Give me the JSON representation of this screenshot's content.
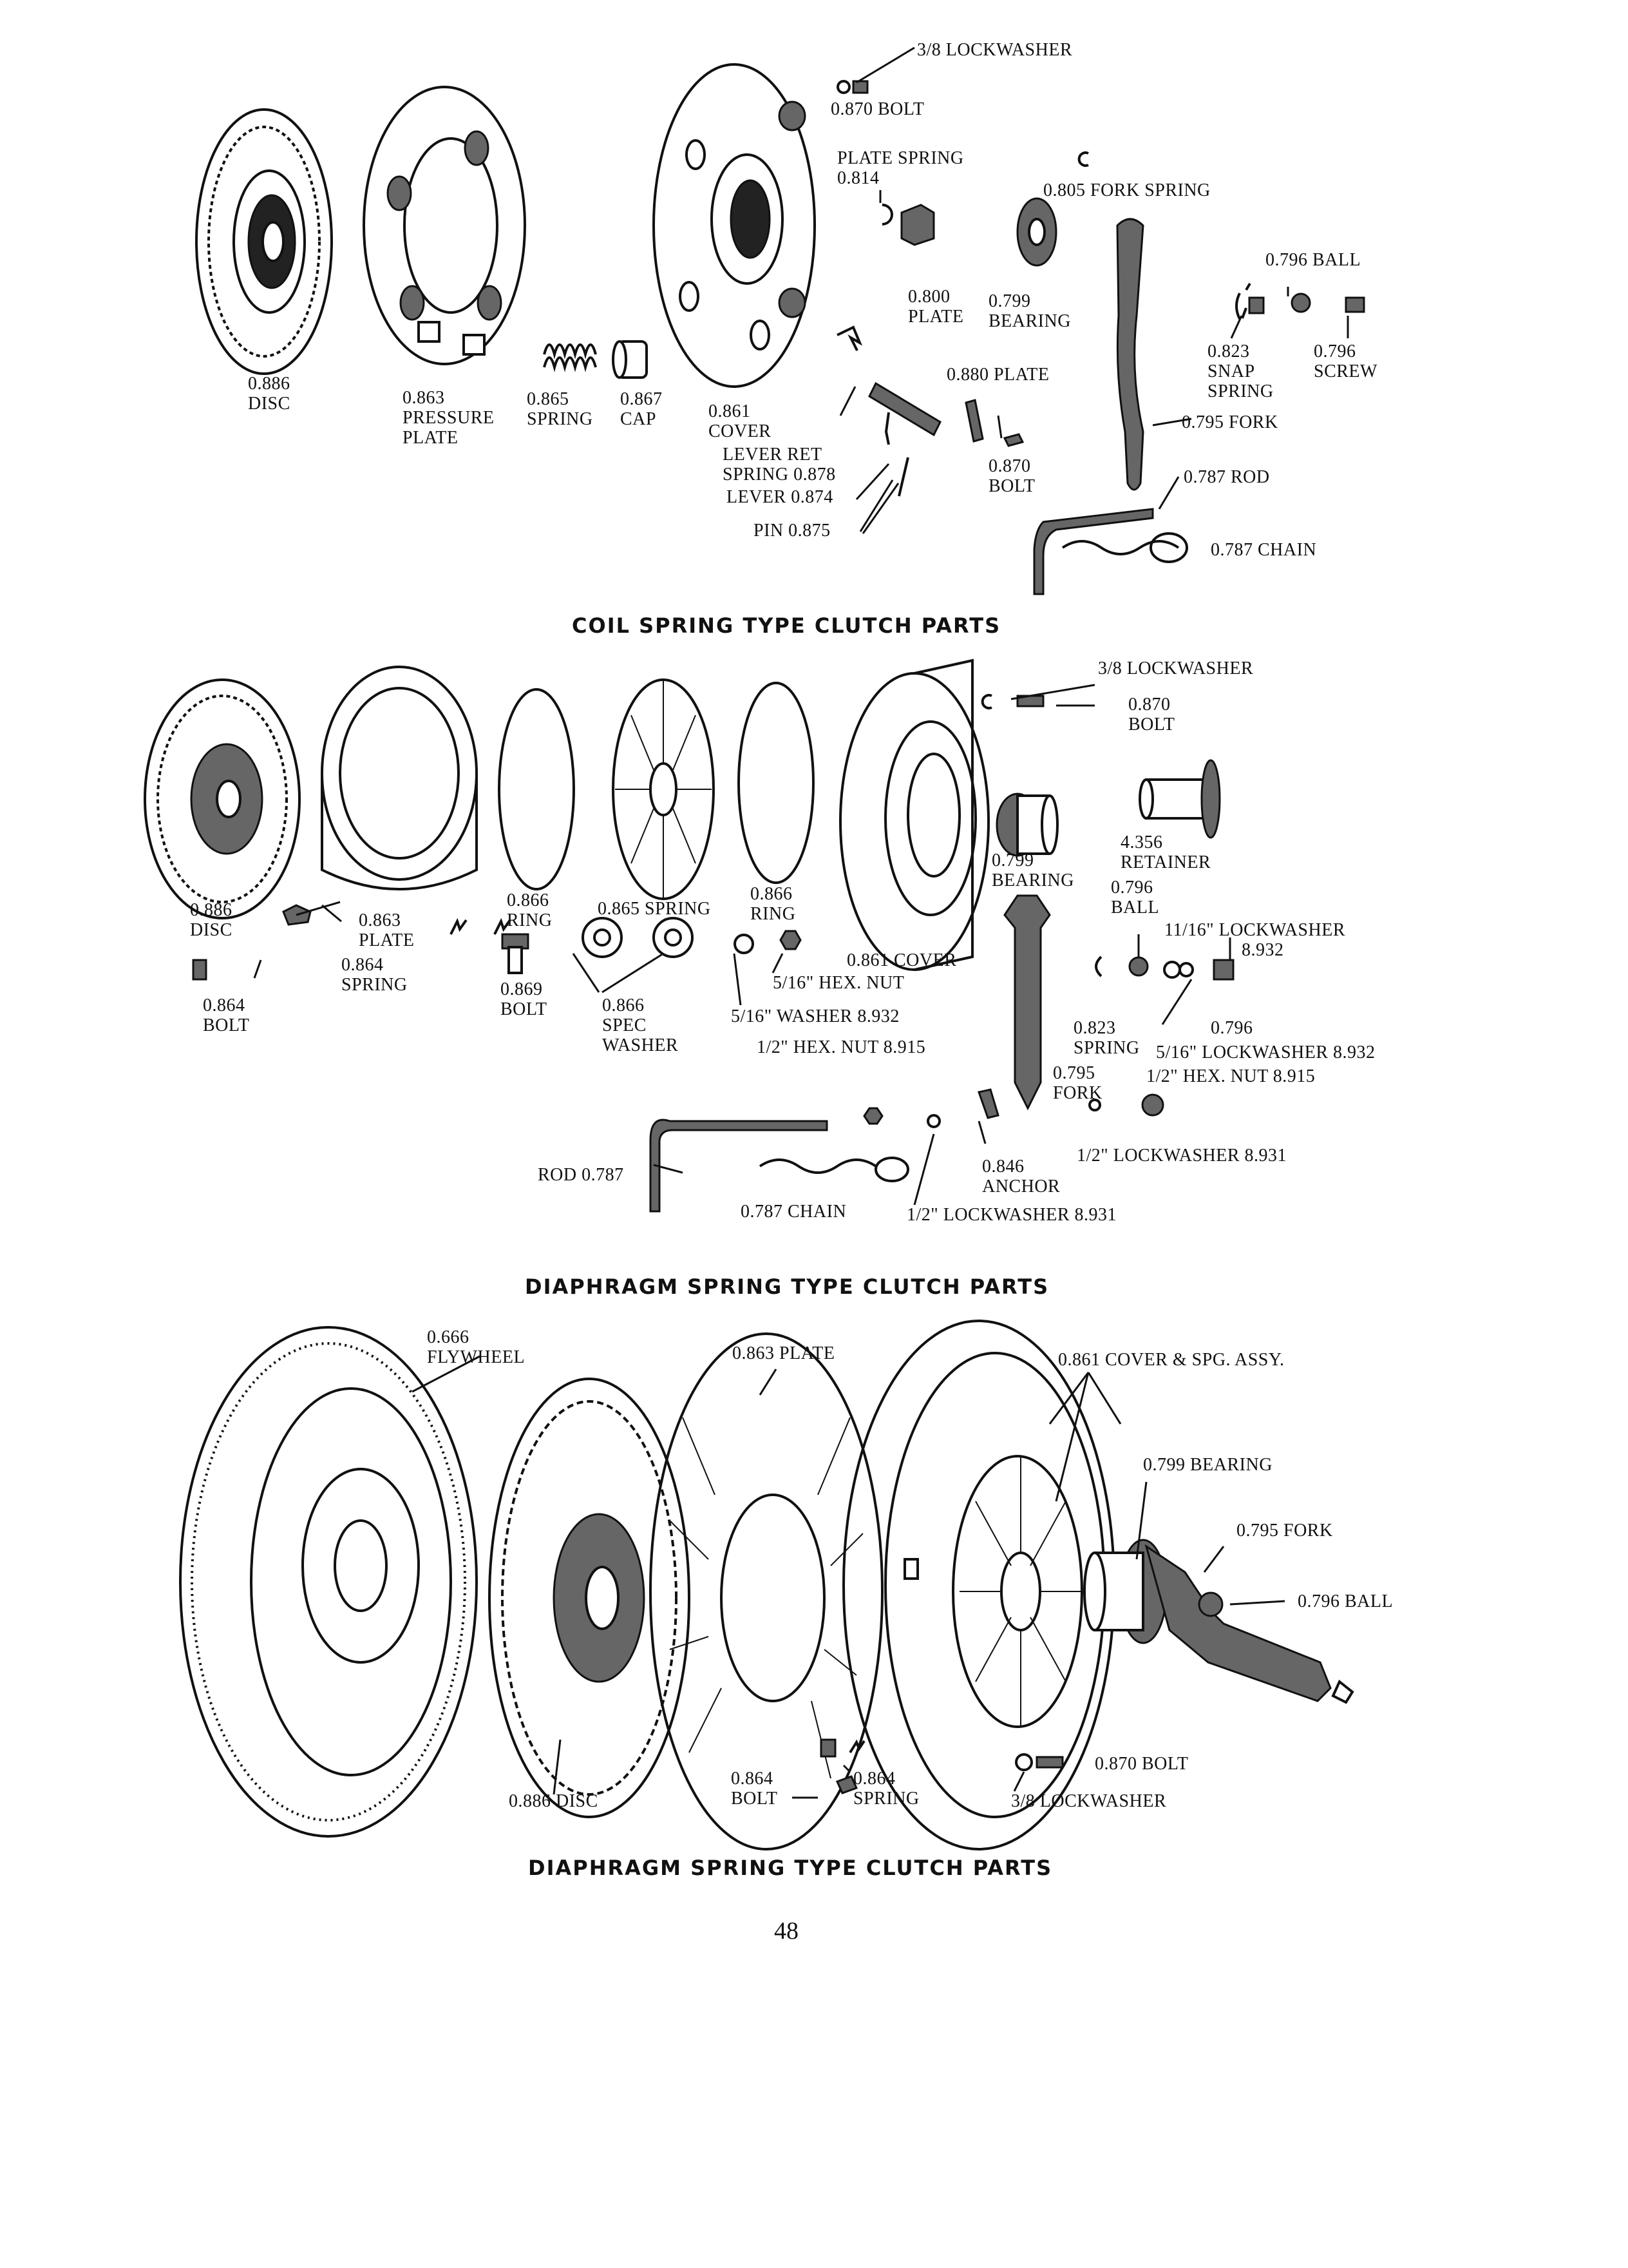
{
  "sections": [
    {
      "title": "COIL SPRING TYPE CLUTCH PARTS",
      "labels": [
        [
          "3/8 LOCKWASHER"
        ],
        [
          "0.870 BOLT"
        ],
        [
          "PLATE SPRING",
          "0.814"
        ],
        [
          "0.805 FORK SPRING"
        ],
        [
          "0.796 BALL"
        ],
        [
          "0.800",
          "PLATE"
        ],
        [
          "0.799",
          "BEARING"
        ],
        [
          "0.823",
          "SNAP",
          "SPRING"
        ],
        [
          "0.796",
          "SCREW"
        ],
        [
          "0.880 PLATE"
        ],
        [
          "0.886",
          "DISC"
        ],
        [
          "0.863",
          "PRESSURE",
          "PLATE"
        ],
        [
          "0.865",
          "SPRING"
        ],
        [
          "0.867",
          "CAP"
        ],
        [
          "0.861",
          "COVER"
        ],
        [
          "LEVER RET",
          "SPRING 0.878"
        ],
        [
          "LEVER 0.874"
        ],
        [
          "PIN 0.875"
        ],
        [
          "0.870",
          "BOLT"
        ],
        [
          "0.795 FORK"
        ],
        [
          "0.787 ROD"
        ],
        [
          "0.787 CHAIN"
        ]
      ]
    },
    {
      "title": "DIAPHRAGM SPRING TYPE CLUTCH PARTS",
      "labels": [
        [
          "3/8  LOCKWASHER"
        ],
        [
          "0.870",
          "BOLT"
        ],
        [
          "0.799",
          "BEARING"
        ],
        [
          "4.356",
          "RETAINER"
        ],
        [
          "0.796",
          "BALL"
        ],
        [
          "11/16\" LOCKWASHER",
          "8.932"
        ],
        [
          "0.886",
          "DISC"
        ],
        [
          "0.863",
          "PLATE"
        ],
        [
          "0.864",
          "SPRING"
        ],
        [
          "0.864",
          "BOLT"
        ],
        [
          "0.866",
          "RING"
        ],
        [
          "0.865  SPRING"
        ],
        [
          "0.866",
          "RING"
        ],
        [
          "0.869",
          "BOLT"
        ],
        [
          "0.866",
          "SPEC",
          "WASHER"
        ],
        [
          "0.861 COVER"
        ],
        [
          "5/16\"  HEX. NUT"
        ],
        [
          "5/16\"  WASHER 8.932"
        ],
        [
          "1/2\" HEX. NUT 8.915"
        ],
        [
          "0.823",
          "SPRING"
        ],
        [
          "0.796"
        ],
        [
          "5/16\" LOCKWASHER 8.932"
        ],
        [
          "0.795",
          "FORK"
        ],
        [
          "1/2\" HEX. NUT 8.915"
        ],
        [
          "1/2\" LOCKWASHER 8.931"
        ],
        [
          "ROD 0.787"
        ],
        [
          "0.846",
          "ANCHOR"
        ],
        [
          "0.787 CHAIN"
        ],
        [
          "1/2\" LOCKWASHER 8.931"
        ]
      ]
    },
    {
      "title": "DIAPHRAGM SPRING TYPE CLUTCH PARTS",
      "labels": [
        [
          "0.666",
          "FLYWHEEL"
        ],
        [
          "0.863 PLATE"
        ],
        [
          "0.861 COVER & SPG. ASSY."
        ],
        [
          "0.799 BEARING"
        ],
        [
          "0.795 FORK"
        ],
        [
          "0.796 BALL"
        ],
        [
          "0.886 DISC"
        ],
        [
          "0.864",
          "BOLT"
        ],
        [
          "0.864",
          "SPRING"
        ],
        [
          "0.870 BOLT"
        ],
        [
          "3/8 LOCKWASHER"
        ]
      ]
    }
  ],
  "page_number": "48"
}
